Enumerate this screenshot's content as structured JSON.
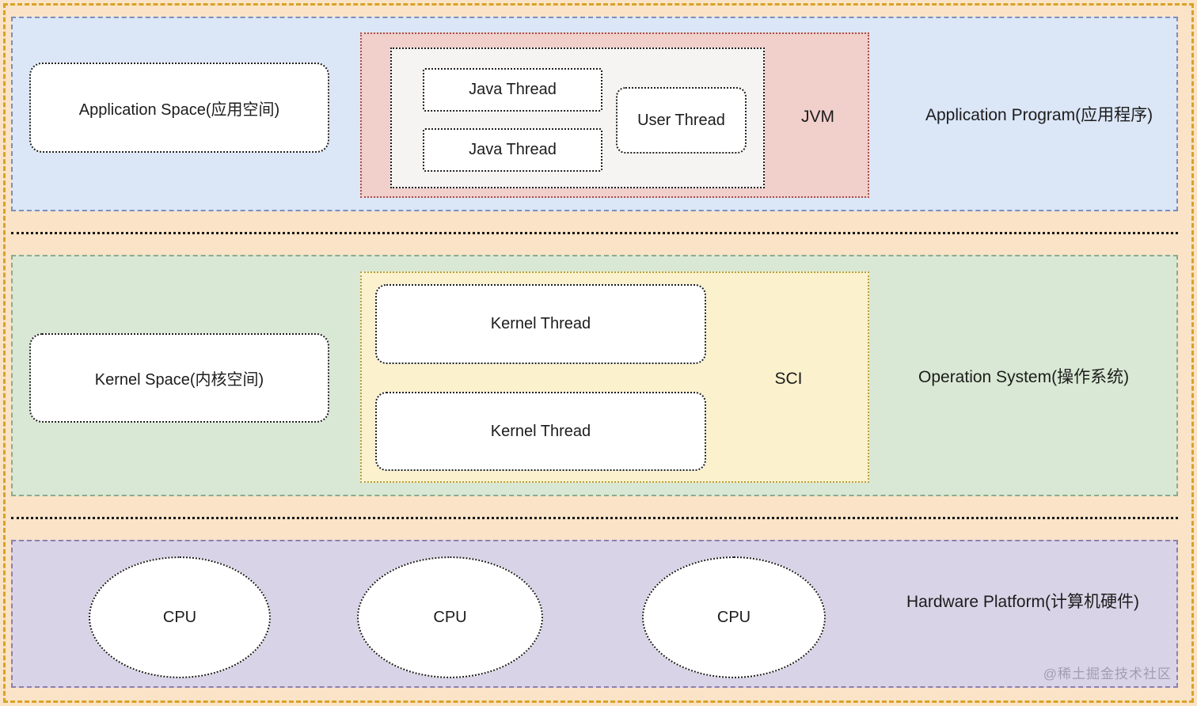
{
  "application_layer": {
    "label": "Application Program(应用程序)",
    "space_box_label": "Application Space(应用空间)",
    "jvm": {
      "label": "JVM",
      "java_threads": [
        "Java Thread",
        "Java Thread"
      ],
      "user_thread_label": "User Thread"
    }
  },
  "os_layer": {
    "label": "Operation System(操作系统)",
    "space_box_label": "Kernel Space(内核空间)",
    "sci": {
      "label": "SCI",
      "kernel_threads": [
        "Kernel Thread",
        "Kernel Thread"
      ]
    }
  },
  "hardware_layer": {
    "label": "Hardware Platform(计算机硬件)",
    "cpus": [
      "CPU",
      "CPU",
      "CPU"
    ]
  },
  "watermark": "@稀土掘金技术社区",
  "colors": {
    "page_background": "#fae3c6",
    "outer_frame_border": "#d9a227",
    "application_layer_fill": "#dbe6f7",
    "application_layer_border": "#7d8fba",
    "jvm_fill": "#f1cfcb",
    "jvm_border": "#a84f4b",
    "jvm_inner_fill": "#f5f4f2",
    "os_layer_fill": "#d9e8d4",
    "os_layer_border": "#8fa98c",
    "sci_fill": "#fbf1cd",
    "sci_border": "#b3a23e",
    "hardware_layer_fill": "#d9d3e7",
    "hardware_layer_border": "#8e7fae",
    "box_fill": "#ffffff",
    "box_border": "#1f1f1f",
    "text": "#1c1c1c",
    "watermark_text": "#a39db1"
  }
}
